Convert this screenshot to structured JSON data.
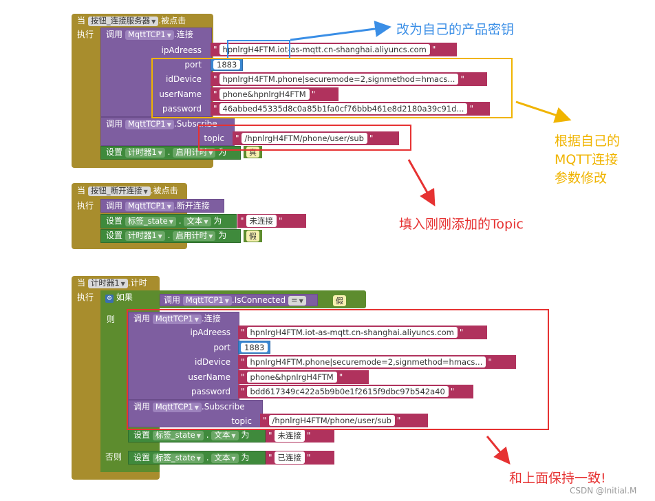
{
  "colors": {
    "event": "#a88d2d",
    "procedure": "#7e5ea0",
    "text_block": "#b0325d",
    "number_block": "#3a87d1",
    "setter": "#3f8a3c",
    "logic": "#5d8c2e",
    "annotation_blue": "#3a8ee6",
    "annotation_orange": "#f0b400",
    "annotation_red": "#e63232"
  },
  "block1": {
    "when": "当",
    "component": "按钮_连接服务器",
    "event": ".被点击",
    "do": "执行",
    "call": "调用",
    "mqtt": "MqttTCP1",
    "connect": ".连接",
    "labels": {
      "ip": "ipAdreess",
      "port": "port",
      "id": "idDevice",
      "user": "userName",
      "pwd": "password"
    },
    "ip": "hpnlrgH4FTM.iot-as-mqtt.cn-shanghai.aliyuncs.com",
    "port": "1883",
    "id": "hpnlrgH4FTM.phone|securemode=2,signmethod=hmacs...",
    "user": "phone&hpnlrgH4FTM",
    "pwd": "46abbed45335d8c0a85b1fa0cf76bbb461e8d2180a39c91d...",
    "subscribe": ".Subscribe",
    "topic_label": "topic",
    "topic": "/hpnlrgH4FTM/phone/user/sub",
    "set": "设置",
    "timer": "计时器1",
    "enable": "启用计时",
    "to": "为",
    "true": "真"
  },
  "block2": {
    "when": "当",
    "component": "按钮_断开连接",
    "event": ".被点击",
    "do": "执行",
    "call": "调用",
    "mqtt": "MqttTCP1",
    "disconnect": ".断开连接",
    "set": "设置",
    "label": "标签_state",
    "text": "文本",
    "to": "为",
    "unconnected": "未连接",
    "timer": "计时器1",
    "enable": "启用计时",
    "false": "假"
  },
  "block3": {
    "when": "当",
    "component": "计时器1",
    "event": ".计时",
    "do": "执行",
    "if": "如果",
    "call": "调用",
    "mqtt": "MqttTCP1",
    "isconnected": ".IsConnected",
    "eq": "=",
    "false": "假",
    "then": "则",
    "connect": ".连接",
    "labels": {
      "ip": "ipAdreess",
      "port": "port",
      "id": "idDevice",
      "user": "userName",
      "pwd": "password"
    },
    "ip": "hpnlrgH4FTM.iot-as-mqtt.cn-shanghai.aliyuncs.com",
    "port": "1883",
    "id": "hpnlrgH4FTM.phone|securemode=2,signmethod=hmacs...",
    "user": "phone&hpnlrgH4FTM",
    "pwd": "bdd617349c422a5b9b0e1f2615f9dbc97b542a40",
    "subscribe": ".Subscribe",
    "topic_label": "topic",
    "topic": "/hpnlrgH4FTM/phone/user/sub",
    "set": "设置",
    "label": "标签_state",
    "text": "文本",
    "to": "为",
    "unconnected": "未连接",
    "else": "否则",
    "connected": "已连接"
  },
  "annotations": {
    "a1": "改为自己的产品密钥",
    "a2_line1": "根据自己的",
    "a2_line2": "MQTT连接",
    "a2_line3": "参数修改",
    "a3": "填入刚刚添加的Topic",
    "a4": "和上面保持一致!",
    "watermark": "CSDN @Initial.M"
  }
}
